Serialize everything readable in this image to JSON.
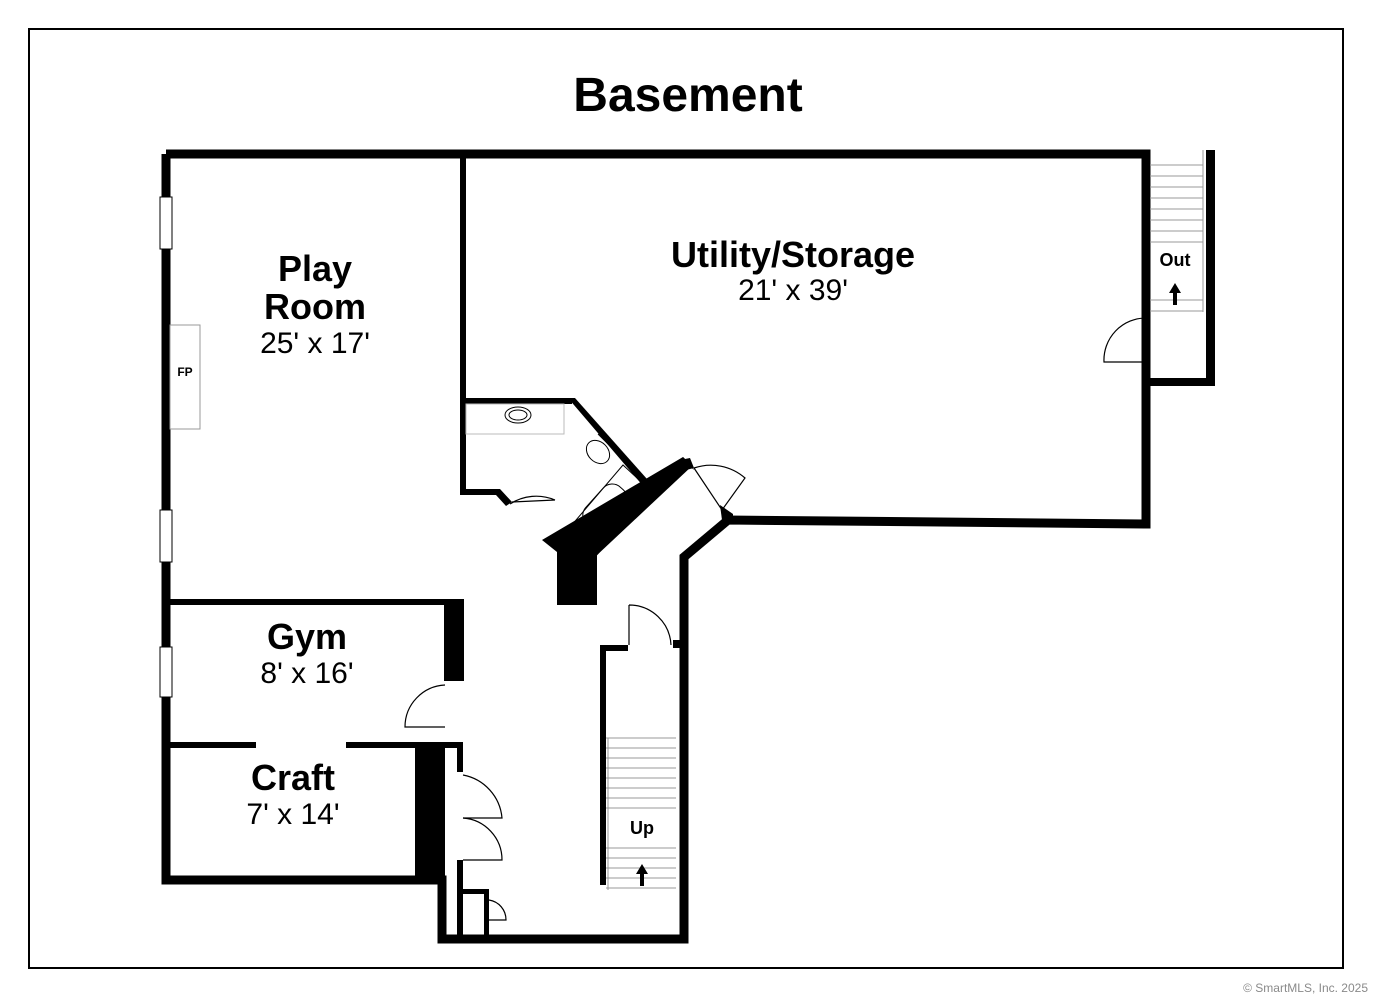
{
  "title": "Basement",
  "rooms": [
    {
      "name": "Play",
      "name2": "Room",
      "dims": "25' x 17'"
    },
    {
      "name": "Utility/Storage",
      "dims": "21' x 39'"
    },
    {
      "name": "Gym",
      "dims": "8' x 16'"
    },
    {
      "name": "Craft",
      "dims": "7' x 14'"
    }
  ],
  "labels": {
    "fireplace": "FP",
    "stairs_out": "Out",
    "stairs_up": "Up"
  },
  "copyright": "© SmartMLS, Inc.  2025",
  "colors": {
    "wall": "#000000",
    "background": "#ffffff"
  }
}
